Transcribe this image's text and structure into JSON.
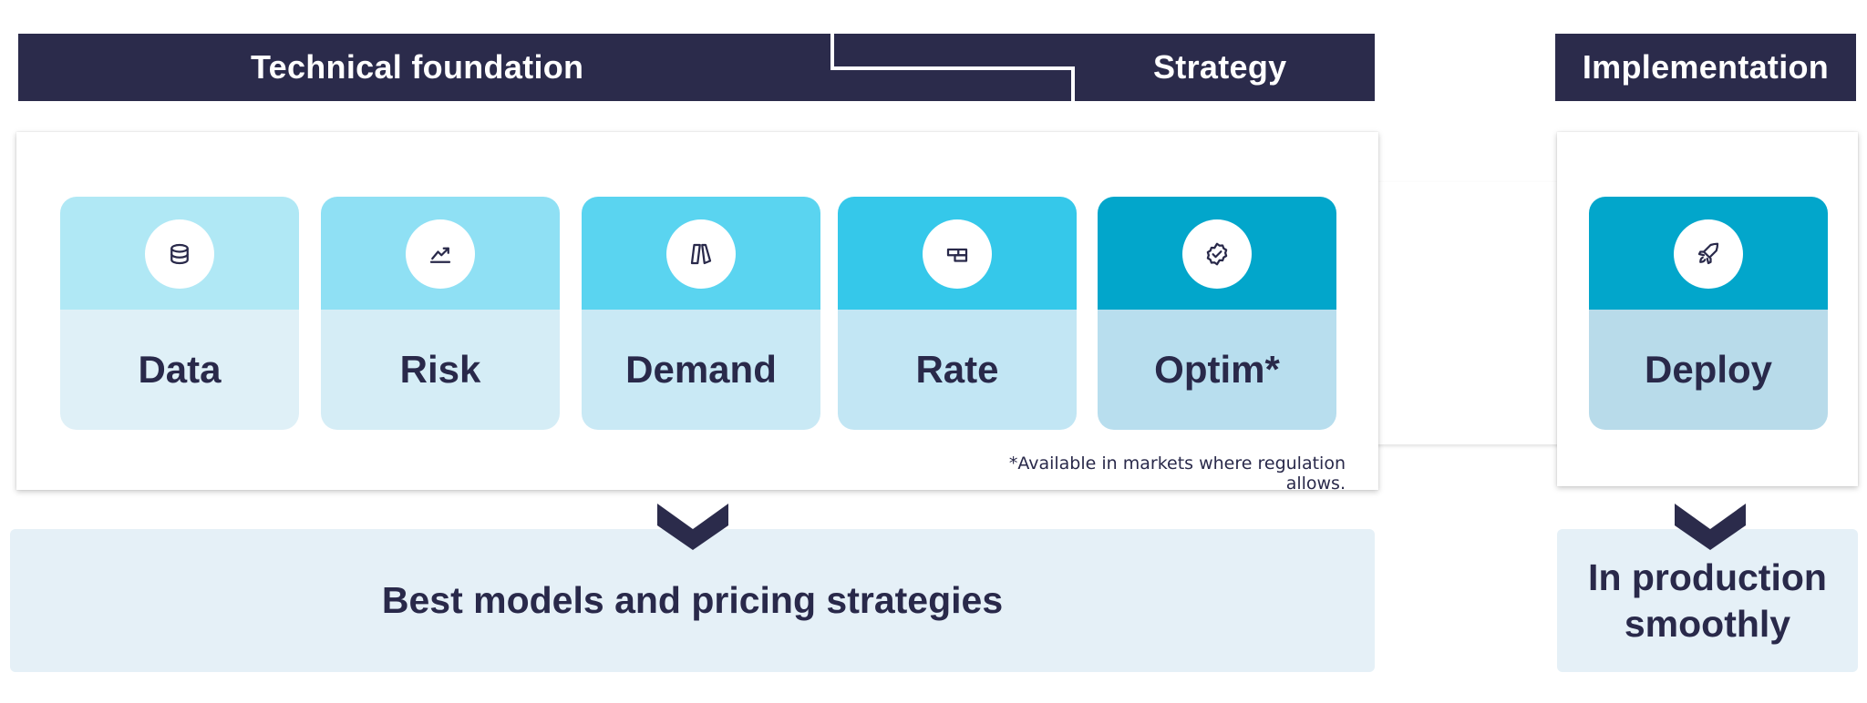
{
  "headers": {
    "technical_foundation": "Technical foundation",
    "strategy": "Strategy",
    "implementation": "Implementation"
  },
  "cards": [
    {
      "label": "Data",
      "icon": "database-icon",
      "top_color": "#b0e8f5",
      "bottom_color": "#dff0f7"
    },
    {
      "label": "Risk",
      "icon": "trend-chart-icon",
      "top_color": "#8fe0f4",
      "bottom_color": "#d5edf6"
    },
    {
      "label": "Demand",
      "icon": "price-tags-icon",
      "top_color": "#5ad4f0",
      "bottom_color": "#c9e9f5"
    },
    {
      "label": "Rate",
      "icon": "rate-blocks-icon",
      "top_color": "#35c8ea",
      "bottom_color": "#c2e6f4"
    },
    {
      "label": "Optim*",
      "icon": "verified-badge-icon",
      "top_color": "#02a6cb",
      "bottom_color": "#b8deee"
    }
  ],
  "deploy_card": {
    "label": "Deploy",
    "icon": "rocket-icon",
    "top_color": "#02a6cb",
    "bottom_color": "#b8dbea"
  },
  "footnote": "*Available in markets where regulation allows.",
  "results": {
    "left": "Best models and pricing strategies",
    "right_line1": "In production",
    "right_line2": "smoothly"
  },
  "colors": {
    "header_bg": "#2b2b4b",
    "result_bg": "#e5f0f7",
    "text": "#29294a"
  }
}
